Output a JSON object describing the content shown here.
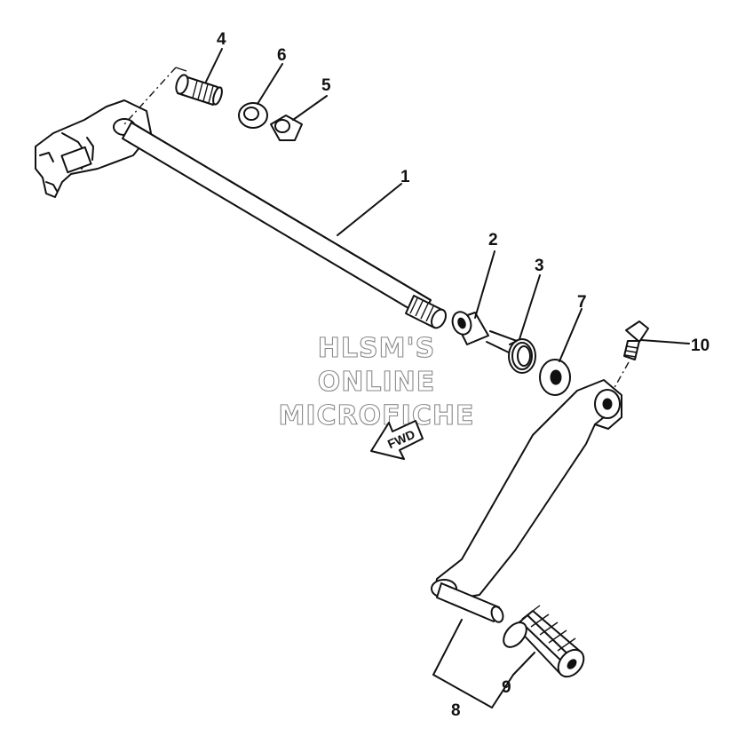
{
  "callouts": {
    "c1": "1",
    "c2": "2",
    "c3": "3",
    "c4": "4",
    "c5": "5",
    "c6": "6",
    "c7": "7",
    "c8": "8",
    "c9": "9",
    "c10": "10"
  },
  "watermark": {
    "line1": "HLSM'S",
    "line2": "ONLINE",
    "line3": "MICROFICHE"
  },
  "direction_arrow": {
    "label": "FWD"
  }
}
